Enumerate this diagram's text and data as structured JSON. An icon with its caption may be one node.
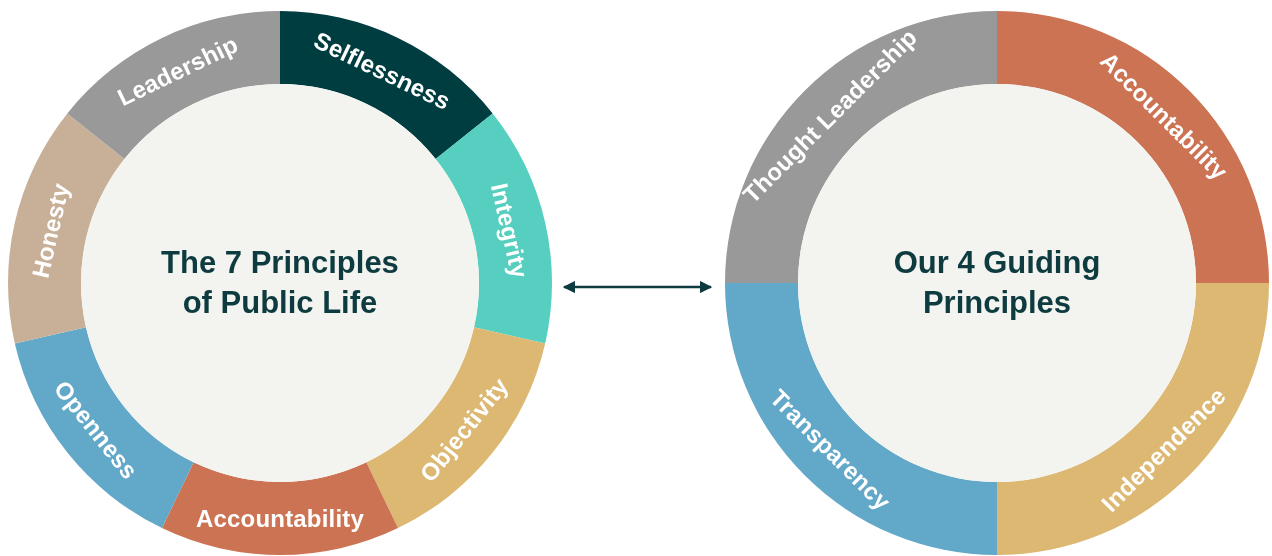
{
  "diagram": {
    "nodes": [
      {
        "text": [],
        "shape": "circle"
      },
      {
        "text": [
          "Selflessness"
        ],
        "in": 0
      },
      {
        "text": [
          "Integrity"
        ],
        "in": 0
      },
      {
        "text": [
          "Objectivity"
        ],
        "in": 0
      },
      {
        "text": [
          "Accountability"
        ],
        "in": 0
      },
      {
        "text": [
          "Openness"
        ],
        "in": 0
      },
      {
        "text": [
          "Honesty"
        ],
        "in": 0
      },
      {
        "text": [
          "Leadership"
        ],
        "in": 0
      },
      {
        "text": [
          "The 7 Principles of Public Life"
        ],
        "in": 0
      },
      {
        "text": [],
        "shape": "circle"
      },
      {
        "text": [
          "Accountability"
        ],
        "in": 9
      },
      {
        "text": [
          "Independence"
        ],
        "in": 9
      },
      {
        "text": [
          "Transparency"
        ],
        "in": 9
      },
      {
        "text": [
          "Thought Leadership"
        ],
        "in": 9
      },
      {
        "text": [
          "Our 4 Guiding Principles"
        ],
        "in": 9
      }
    ],
    "edges": [
      {
        "from": 0,
        "to": 9,
        "arrow": "both"
      }
    ]
  }
}
